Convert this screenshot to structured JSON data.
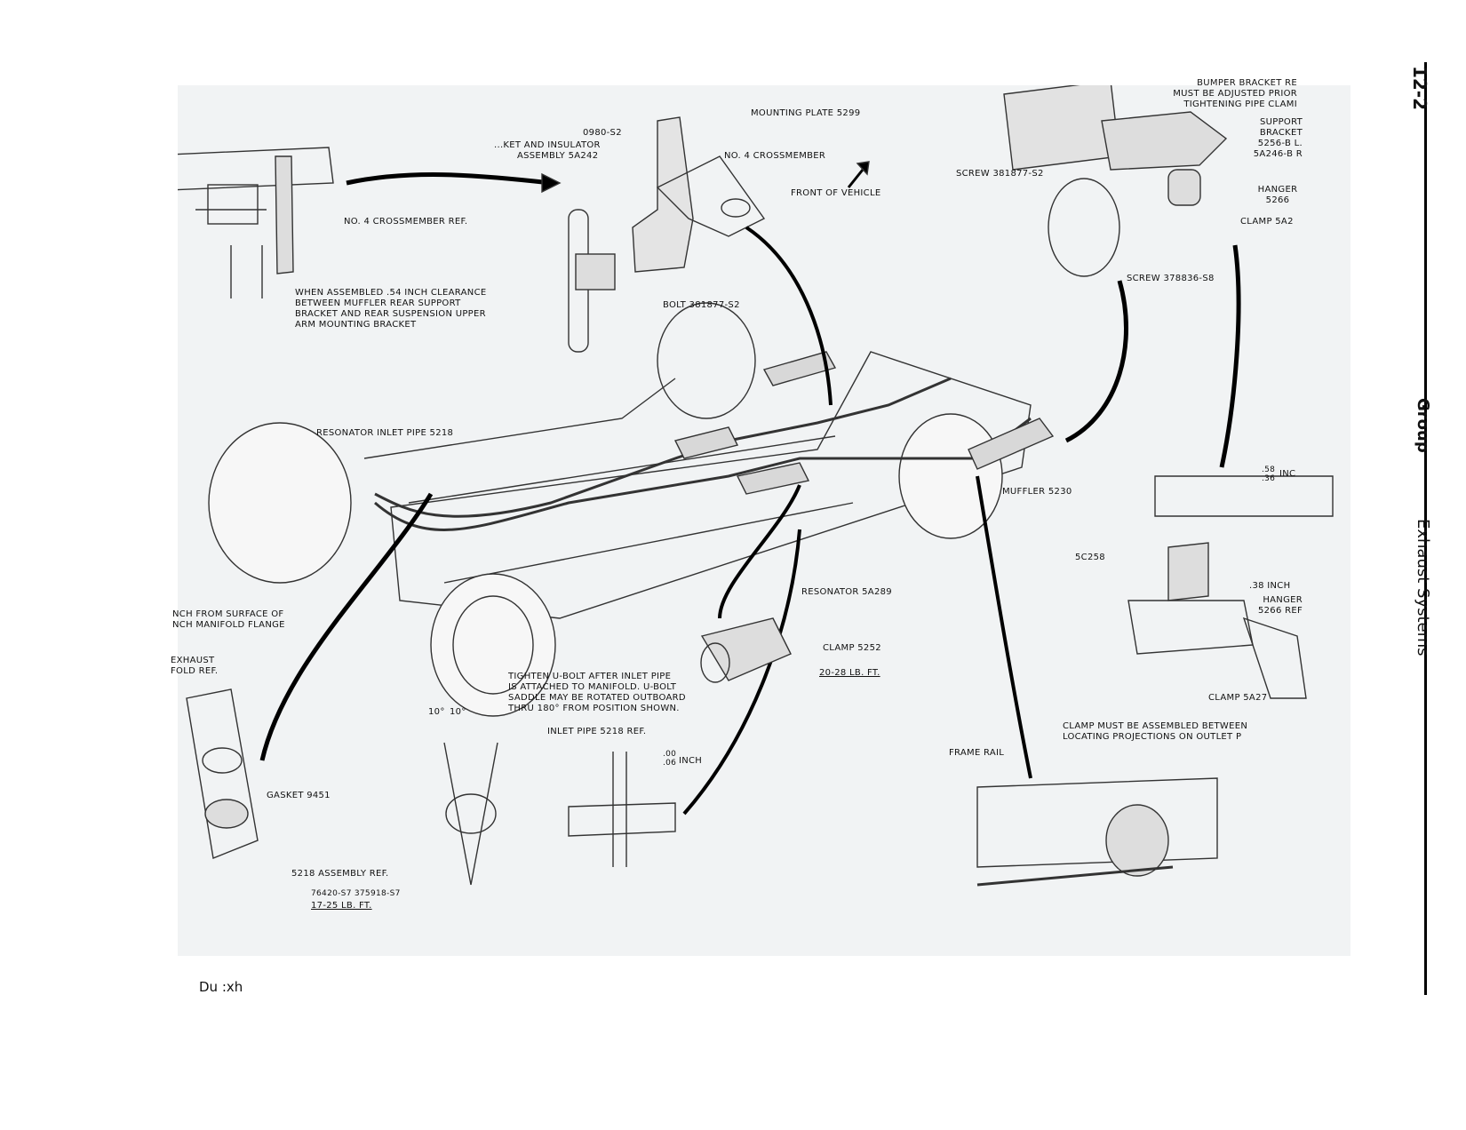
{
  "page": {
    "number": "12-2",
    "group": "Group",
    "section": "Exhaust Systems",
    "caption": "Du    :xh"
  },
  "labels": {
    "mounting_plate": "MOUNTING PLATE 5299",
    "part_0980": "0980-S2",
    "bracket_insulator": [
      "...KET AND INSULATOR",
      "ASSEMBLY 5A242"
    ],
    "crossmember_no4": "NO. 4 CROSSMEMBER",
    "front_of_vehicle": "FRONT OF VEHICLE",
    "crossmember_ref": "NO. 4 CROSSMEMBER REF.",
    "clearance_note": [
      "WHEN ASSEMBLED .54 INCH CLEARANCE",
      "BETWEEN MUFFLER REAR SUPPORT",
      "BRACKET AND REAR SUSPENSION UPPER",
      "ARM MOUNTING BRACKET"
    ],
    "bolt": "BOLT 381877-S2",
    "resonator_inlet_pipe": "RESONATOR INLET PIPE 5218",
    "muffler": "MUFFLER 5230",
    "resonator": "RESONATOR 5A289",
    "clamp_5252": "CLAMP 5252",
    "torque_20_28": "20-28 LB. FT.",
    "inch_from_surface": [
      "NCH FROM SURFACE OF",
      "NCH MANIFOLD FLANGE"
    ],
    "exhaust_manifold_ref": [
      "EXHAUST",
      "FOLD REF."
    ],
    "ubolt_note": [
      "TIGHTEN U-BOLT AFTER INLET PIPE",
      "IS ATTACHED TO MANIFOLD. U-BOLT",
      "SADDLE MAY BE ROTATED OUTBOARD",
      "THRU 180° FROM POSITION SHOWN."
    ],
    "angle_left": "10°",
    "angle_right": "10°",
    "inlet_pipe_ref": "INLET PIPE 5218 REF.",
    "dim_00_06": [
      ".00",
      ".06"
    ],
    "inch": "INCH",
    "gasket": "GASKET 9451",
    "assembly_ref_5218": "5218 ASSEMBLY REF.",
    "part_numbers_bottom": "76420-S7 375918-S7",
    "torque_17_25": "17-25 LB. FT.",
    "bumper_bracket_note": [
      "BUMPER BRACKET RE",
      "MUST BE ADJUSTED PRIOR",
      "TIGHTENING PIPE CLAMI"
    ],
    "support_bracket": [
      "SUPPORT",
      "BRACKET",
      "5256-B L.",
      "5A246-B R"
    ],
    "screw_381877": "SCREW 381877-S2",
    "hanger_5266": [
      "HANGER",
      "5266"
    ],
    "clamp_5a2": "CLAMP 5A2",
    "screw_378836": "SCREW 378836-S8",
    "dim_58_36": [
      ".58",
      ".36"
    ],
    "inch_right": "INC",
    "part_5c258": "5C258",
    "dim_38_inch": ".38 INCH",
    "hanger_5266_ref": [
      "HANGER",
      "5266 REF"
    ],
    "clamp_5a27": "CLAMP 5A27",
    "clamp_note": [
      "CLAMP MUST BE ASSEMBLED BETWEEN",
      "LOCATING PROJECTIONS ON OUTLET P"
    ],
    "frame_rail": "FRAME RAIL"
  }
}
